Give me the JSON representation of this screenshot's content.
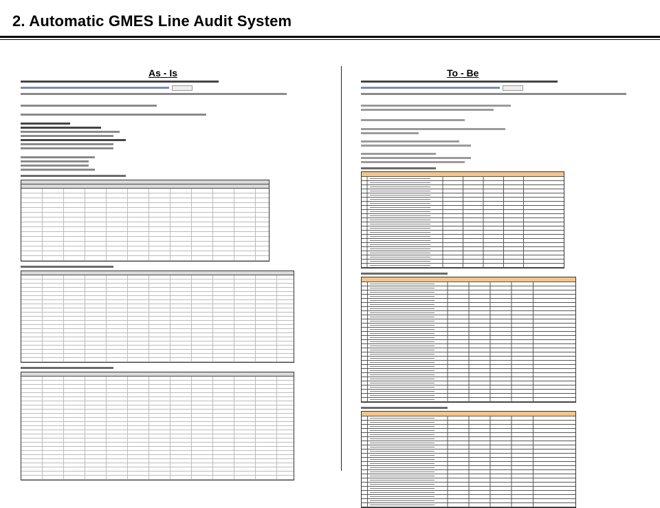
{
  "slide": {
    "title": "2. Automatic GMES Line Audit System"
  },
  "columns": {
    "left_heading": "As - Is",
    "right_heading": "To - Be"
  }
}
